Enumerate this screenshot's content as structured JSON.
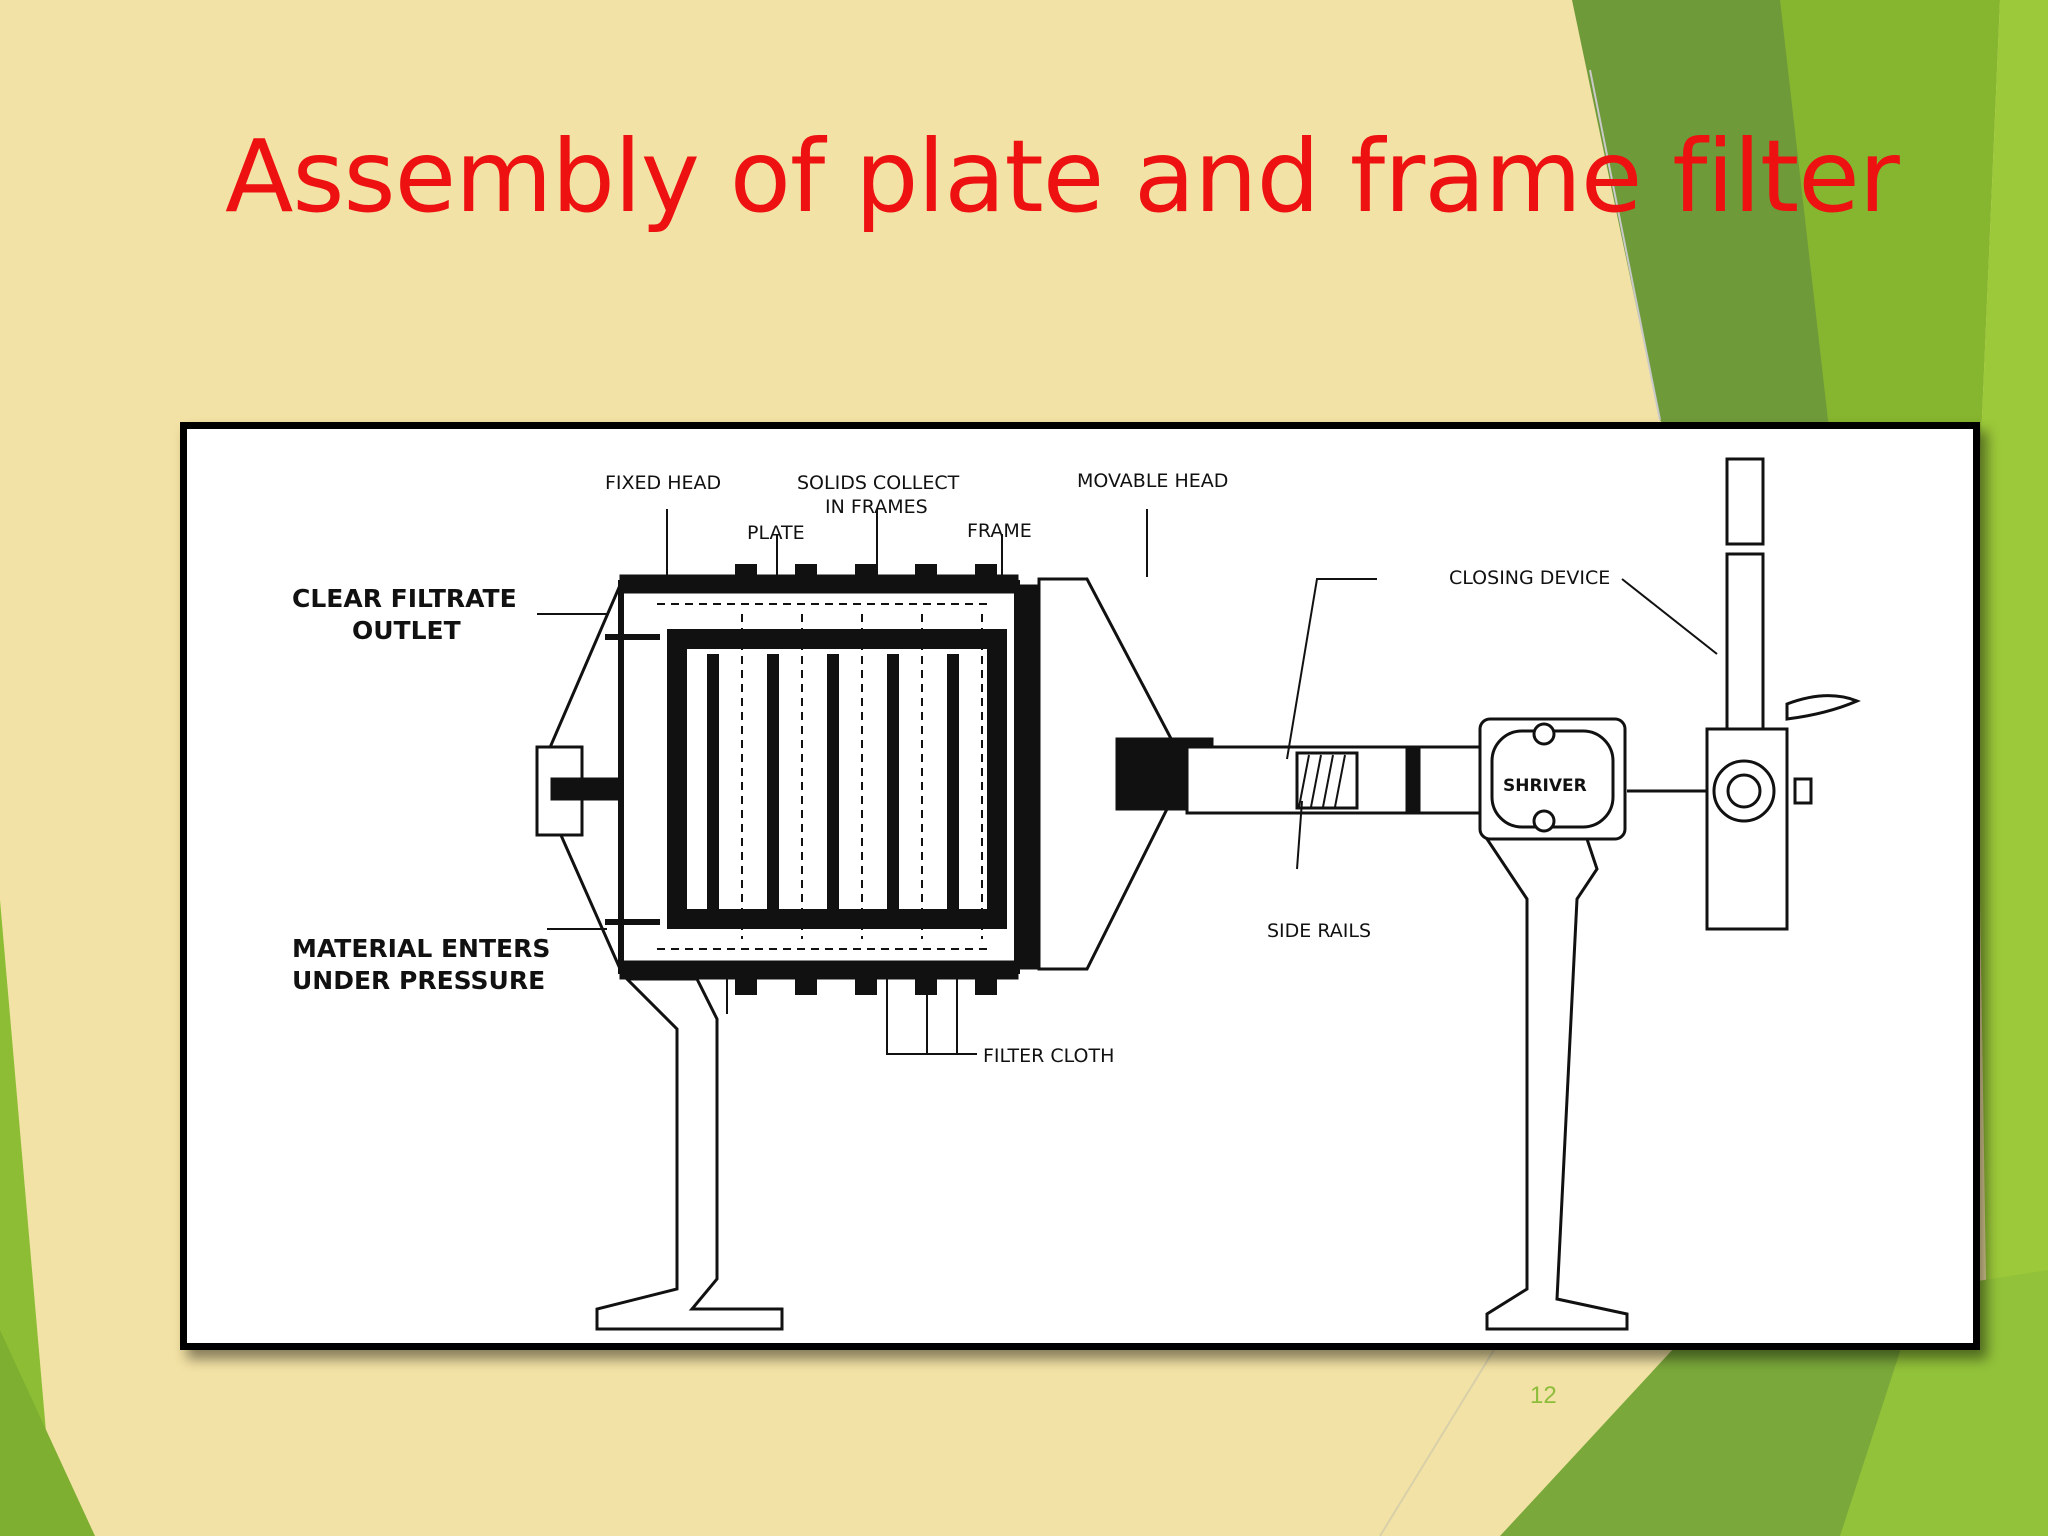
{
  "slide": {
    "title": "Assembly of plate and frame filter",
    "page_number": "12",
    "colors": {
      "background": "#f3e2a5",
      "title": "#ee1111",
      "green_dark": "#6f9a3a",
      "green_mid": "#86b52f",
      "green_light": "#9cc93a"
    }
  },
  "diagram": {
    "labels": {
      "fixed_head": "FIXED HEAD",
      "solids_collect_1": "SOLIDS COLLECT",
      "solids_collect_2": "IN FRAMES",
      "plate": "PLATE",
      "frame": "FRAME",
      "movable_head": "MOVABLE HEAD",
      "clear_filtrate_1": "CLEAR FILTRATE",
      "clear_filtrate_2": "OUTLET",
      "closing_device": "CLOSING DEVICE",
      "side_rails": "SIDE RAILS",
      "material_enters_1": "MATERIAL ENTERS",
      "material_enters_2": "UNDER PRESSURE",
      "filter_cloth": "FILTER CLOTH",
      "brand": "SHRIVER"
    }
  }
}
